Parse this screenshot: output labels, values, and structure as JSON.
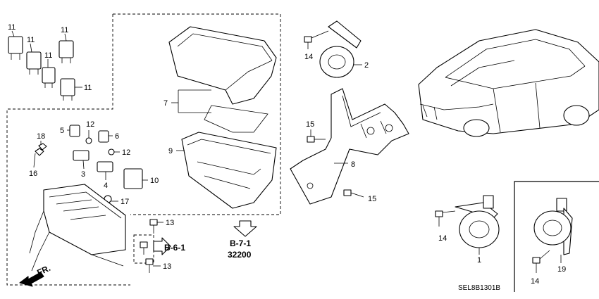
{
  "labels": {
    "relay_11a": "11",
    "relay_11b": "11",
    "relay_11c": "11",
    "relay_11d": "11",
    "relay_11e": "11",
    "p5": "5",
    "p12a": "12",
    "p6": "6",
    "p18": "18",
    "p12b": "12",
    "p16": "16",
    "p3": "3",
    "p4": "4",
    "p10": "10",
    "p17": "17",
    "p13a": "13",
    "p13b": "13",
    "p7": "7",
    "p9": "9",
    "p14a": "14",
    "p2": "2",
    "p15a": "15",
    "p8": "8",
    "p15b": "15",
    "p14b": "14",
    "p1": "1",
    "p14c": "14",
    "p19": "19"
  },
  "refs": {
    "b61": "B-6-1",
    "b71": "B-7-1",
    "n32200": "32200",
    "fr": "FR."
  },
  "diagram_code": "SEL8B1301B"
}
